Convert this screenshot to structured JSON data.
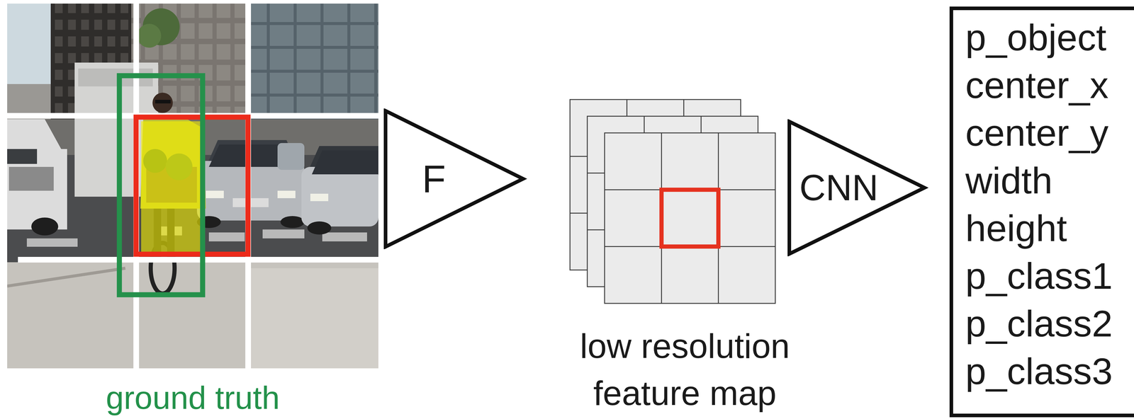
{
  "diagram": {
    "nodes": [
      {
        "text": [
          "F"
        ]
      },
      {
        "text": [
          "CNN"
        ]
      },
      {
        "text": [
          "p_object",
          "center_x",
          "center_y",
          "width",
          "height",
          "p_class1",
          "p_class2",
          "p_class3"
        ]
      }
    ],
    "labels": [
      "ground truth",
      "low resolution feature map"
    ]
  }
}
